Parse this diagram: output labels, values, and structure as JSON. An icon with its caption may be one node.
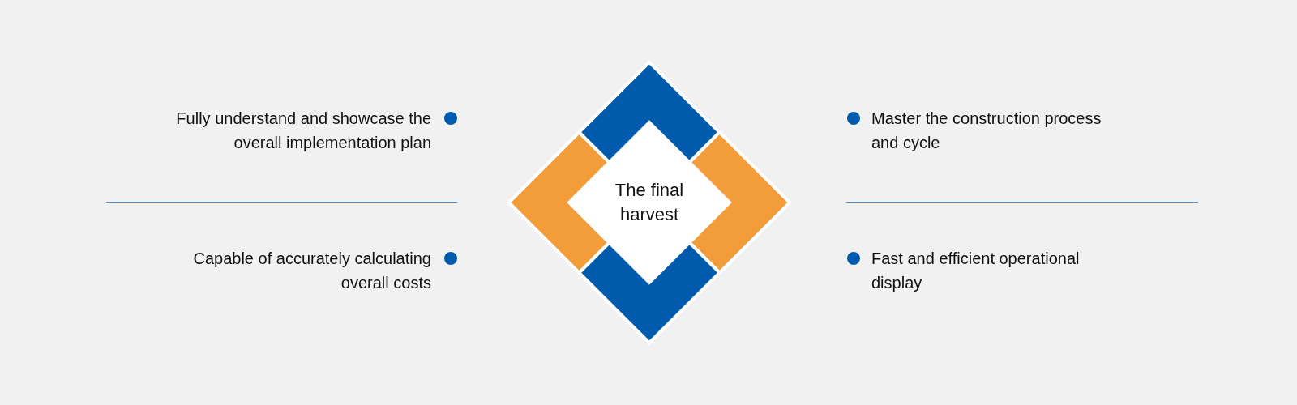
{
  "diagram": {
    "nodes": [
      {
        "text": [
          "The final harvest"
        ]
      }
    ],
    "labels": [
      "Fully understand and showcase the overall implementation plan",
      "Master the construction process and cycle",
      "Capable of accurately calculating overall costs",
      "Fast and efficient operational display"
    ]
  }
}
